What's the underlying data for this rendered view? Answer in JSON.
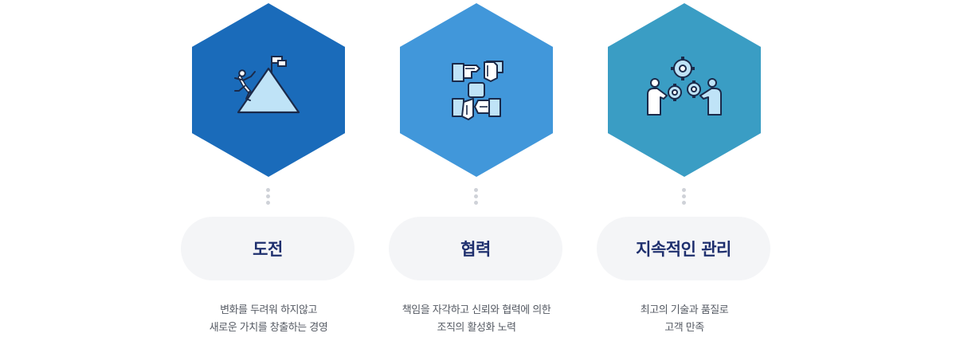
{
  "values": [
    {
      "title": "도전",
      "icon": "mountain-climber-flag-icon",
      "color": "#1a6bba",
      "description": [
        "변화를 두려워 하지않고",
        "새로운 가치를 창출하는 경영"
      ]
    },
    {
      "title": "협력",
      "icon": "four-hands-teamwork-icon",
      "color": "#4197da",
      "description": [
        "책임을 자각하고 신뢰와 협력에 의한",
        "조직의 활성화 노력"
      ]
    },
    {
      "title": "지속적인 관리",
      "icon": "people-gears-management-icon",
      "color": "#3a9dc4",
      "description": [
        "최고의 기술과 품질로",
        "고객 만족"
      ]
    }
  ],
  "colors": {
    "title_text": "#1e2f6e",
    "description_text": "#555a63",
    "pill_background": "#f4f5f7",
    "dots": "#cfd2d8"
  }
}
